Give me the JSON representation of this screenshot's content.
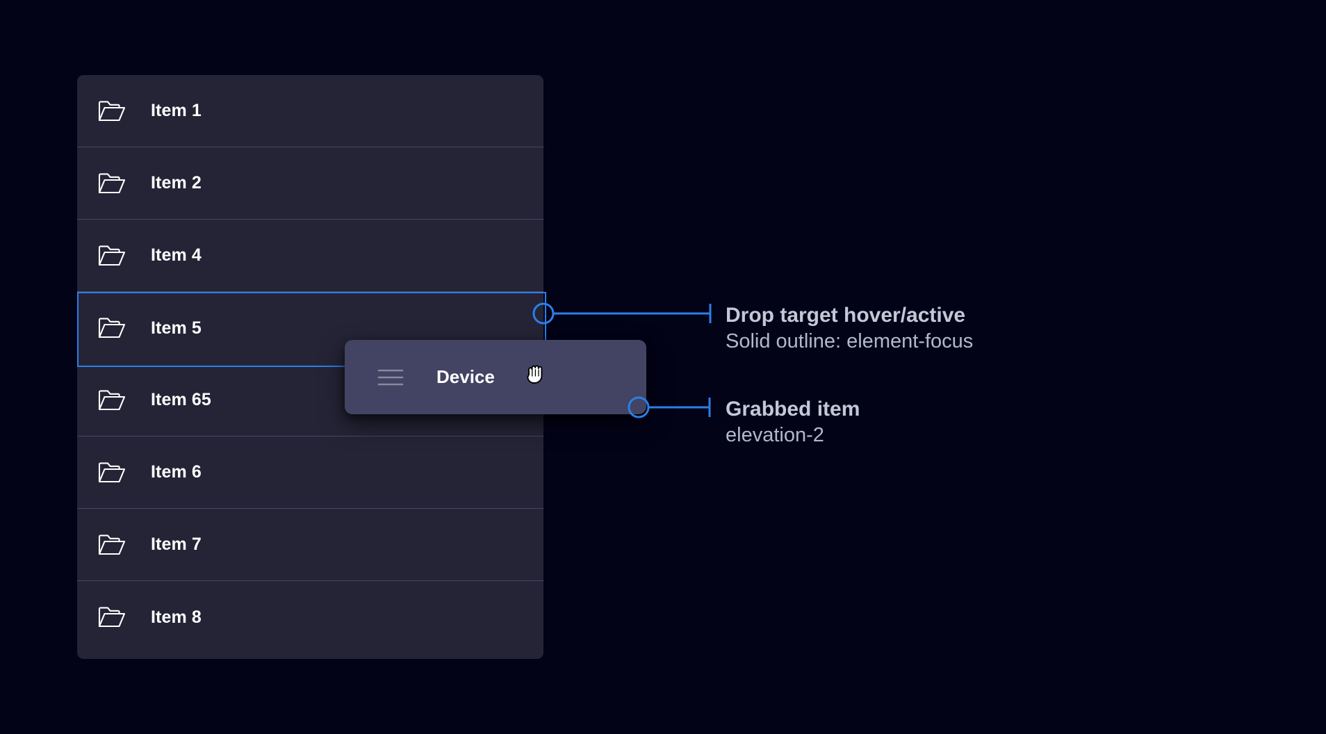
{
  "theme": {
    "page_background": "#030318",
    "panel_background": "#242436",
    "row_divider": "#474761",
    "focus_outline": "#2b7fe8",
    "chip_background": "#434363",
    "chip_handle": "#8a8aa0",
    "callout_accent": "#2b7fe8",
    "label_text": "#ffffff",
    "annotation_title": "#c4c8d6",
    "annotation_sub": "#b3b8c8"
  },
  "list": {
    "items": [
      {
        "label": "Item 1",
        "icon": "folder-open-icon",
        "state": "default"
      },
      {
        "label": "Item 2",
        "icon": "folder-open-icon",
        "state": "default"
      },
      {
        "label": "Item 4",
        "icon": "folder-open-icon",
        "state": "default"
      },
      {
        "label": "Item 5",
        "icon": "folder-open-icon",
        "state": "drop-target-hover-active"
      },
      {
        "label": "Item 65",
        "icon": "folder-open-icon",
        "state": "default"
      },
      {
        "label": "Item 6",
        "icon": "folder-open-icon",
        "state": "default"
      },
      {
        "label": "Item 7",
        "icon": "folder-open-icon",
        "state": "default"
      },
      {
        "label": "Item 8",
        "icon": "folder-open-icon",
        "state": "default"
      }
    ]
  },
  "grabbed_chip": {
    "label": "Device",
    "handle_icon": "drag-handle-icon",
    "cursor_icon": "grabbing-hand-cursor",
    "elevation": "elevation-2"
  },
  "callouts": [
    {
      "id": "drop-target",
      "title": "Drop target hover/active",
      "subtitle": "Solid outline: element-focus",
      "marker_icon": "callout-circle-marker"
    },
    {
      "id": "grabbed",
      "title": "Grabbed item",
      "subtitle": "elevation-2",
      "marker_icon": "callout-circle-marker"
    }
  ]
}
